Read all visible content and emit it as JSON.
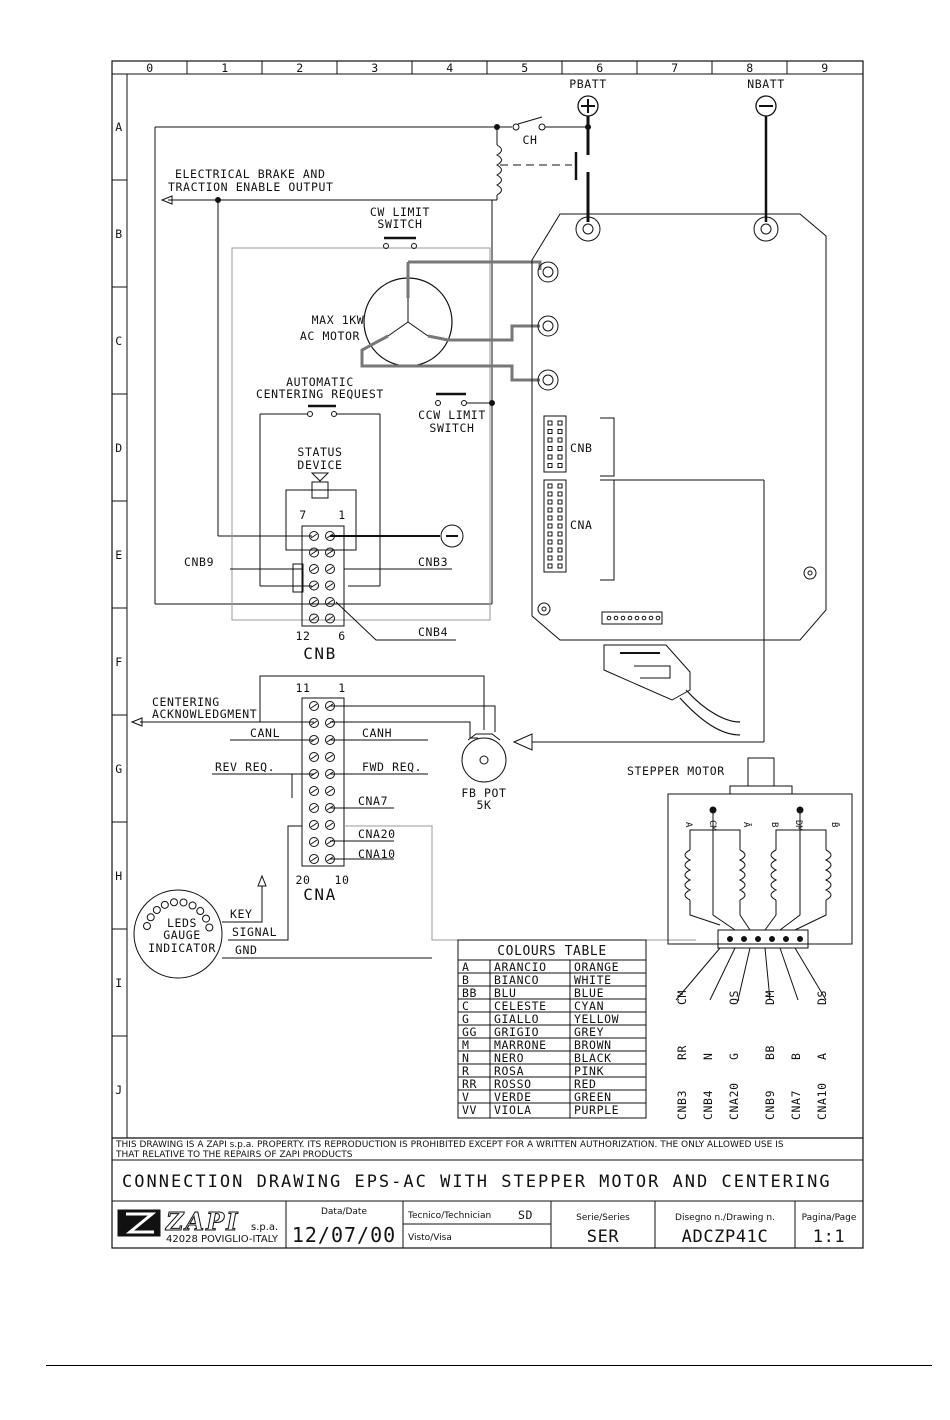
{
  "grid": {
    "columns": [
      "0",
      "1",
      "2",
      "3",
      "4",
      "5",
      "6",
      "7",
      "8",
      "9"
    ],
    "rows": [
      "A",
      "B",
      "C",
      "D",
      "E",
      "F",
      "G",
      "H",
      "I",
      "J"
    ]
  },
  "battery": {
    "positive": "PBATT",
    "negative": "NBATT"
  },
  "labels": {
    "ch": "CH",
    "brake_1": "ELECTRICAL BRAKE AND",
    "brake_2": "TRACTION ENABLE OUTPUT",
    "cw_1": "CW LIMIT",
    "cw_2": "SWITCH",
    "motor_1": "MAX 1KW",
    "motor_2": "AC MOTOR",
    "auto_1": "AUTOMATIC",
    "auto_2": "CENTERING REQUEST",
    "ccw_1": "CCW LIMIT",
    "ccw_2": "SWITCH",
    "status_1": "STATUS",
    "status_2": "DEVICE",
    "cnb_pin_left": "7",
    "cnb_pin_right": "1",
    "cnb9": "CNB9",
    "cnb3": "CNB3",
    "cnb4": "CNB4",
    "cnb_bot_left": "12",
    "cnb_bot_right": "6",
    "cnb": "CNB",
    "ctrl_cnb": "CNB",
    "ctrl_cna": "CNA",
    "cna_top_left": "11",
    "cna_top_right": "1",
    "centering_1": "CENTERING",
    "centering_2": "ACKNOWLEDGMENT",
    "canl": "CANL",
    "canh": "CANH",
    "rev": "REV REQ.",
    "fwd": "FWD REQ.",
    "cna7": "CNA7",
    "cna20": "CNA20",
    "cna10": "CNA10",
    "cna_bot_left": "20",
    "cna_bot_right": "10",
    "cna": "CNA",
    "fbpot_1": "FB POT",
    "fbpot_2": "5K",
    "leds_1": "LEDS",
    "leds_2": "GAUGE",
    "leds_3": "INDICATOR",
    "key": "KEY",
    "signal": "SIGNAL",
    "gnd": "GND",
    "stepper": "STEPPER MOTOR",
    "coil_a": "A",
    "coil_cm": "CM",
    "coil_abar": "Ā",
    "coil_b": "B",
    "coil_dm": "DM",
    "coil_bbar": "B̄"
  },
  "wires": {
    "codes": [
      "CM",
      "QS",
      "DM",
      "DS"
    ],
    "colours": [
      "RR",
      "N",
      "G",
      "BB",
      "B",
      "A"
    ],
    "connectors": [
      "CNB3",
      "CNB4",
      "CNA20",
      "CNB9",
      "CNA7",
      "CNA10"
    ]
  },
  "colours_table": {
    "title": "COLOURS TABLE",
    "rows": [
      [
        "A",
        "ARANCIO",
        "ORANGE"
      ],
      [
        "B",
        "BIANCO",
        "WHITE"
      ],
      [
        "BB",
        "BLU",
        "BLUE"
      ],
      [
        "C",
        "CELESTE",
        "CYAN"
      ],
      [
        "G",
        "GIALLO",
        "YELLOW"
      ],
      [
        "GG",
        "GRIGIO",
        "GREY"
      ],
      [
        "M",
        "MARRONE",
        "BROWN"
      ],
      [
        "N",
        "NERO",
        "BLACK"
      ],
      [
        "R",
        "ROSA",
        "PINK"
      ],
      [
        "RR",
        "ROSSO",
        "RED"
      ],
      [
        "V",
        "VERDE",
        "GREEN"
      ],
      [
        "VV",
        "VIOLA",
        "PURPLE"
      ]
    ]
  },
  "notice": {
    "line1": "THIS DRAWING IS A ZAPI s.p.a. PROPERTY. ITS REPRODUCTION IS PROHIBITED EXCEPT FOR A WRITTEN AUTHORIZATION. THE ONLY ALLOWED USE IS",
    "line2": "THAT RELATIVE TO THE REPAIRS OF ZAPI PRODUCTS"
  },
  "title": "CONNECTION DRAWING EPS-AC WITH STEPPER MOTOR AND CENTERING",
  "title_block": {
    "logo": "ZAPI",
    "company_suffix": "s.p.a.",
    "address": "42028 POVIGLIO-ITALY",
    "date_label": "Data/Date",
    "date": "12/07/00",
    "tech_label": "Tecnico/Technician",
    "tech": "SD",
    "visto_label": "Visto/Visa",
    "series_label": "Serie/Series",
    "series": "SER",
    "drawing_label": "Disegno n./Drawing n.",
    "drawing": "ADCZP41C",
    "page_label": "Pagina/Page",
    "page": "1:1"
  }
}
